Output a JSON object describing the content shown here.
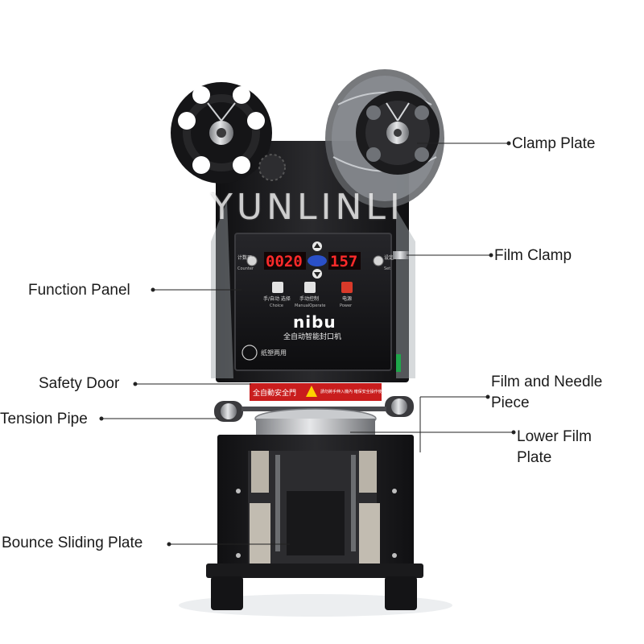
{
  "watermark": "YUNLINLI",
  "labels": {
    "clamp_plate": "Clamp Plate",
    "film_clamp": "Film Clamp",
    "function_panel": "Function Panel",
    "safety_door": "Safety Door",
    "tension_pipe": "Tension Pipe",
    "film_needle_line1": "Film and Needle",
    "film_needle_line2": "Piece",
    "lower_film_line1": "Lower Film",
    "lower_film_line2": "Plate",
    "bounce_plate": "Bounce Sliding Plate"
  },
  "panel": {
    "counter_display": "0020",
    "temp_display": "157",
    "brand": "nibu",
    "subtitle": "全自动智能封口机",
    "counter_label": "计数器",
    "counter_label_en": "Counter",
    "set_label": "设定",
    "set_label_en": "Set",
    "btn1_label": "手/自动 选择",
    "btn1_label_en": "Choice",
    "btn2_label": "手动控制",
    "btn2_label_en": "ManualOperate",
    "btn3_label": "电源",
    "btn3_label_en": "Power",
    "badge_text": "纸塑两用"
  },
  "door": {
    "warning_text": "全自動安全門",
    "notice_text": "請勿將手伸入機內 確保安全操作使用"
  },
  "colors": {
    "machine": "#1c1c1e",
    "accent_red": "#c91d1d",
    "display_red": "#ff2a2a"
  }
}
